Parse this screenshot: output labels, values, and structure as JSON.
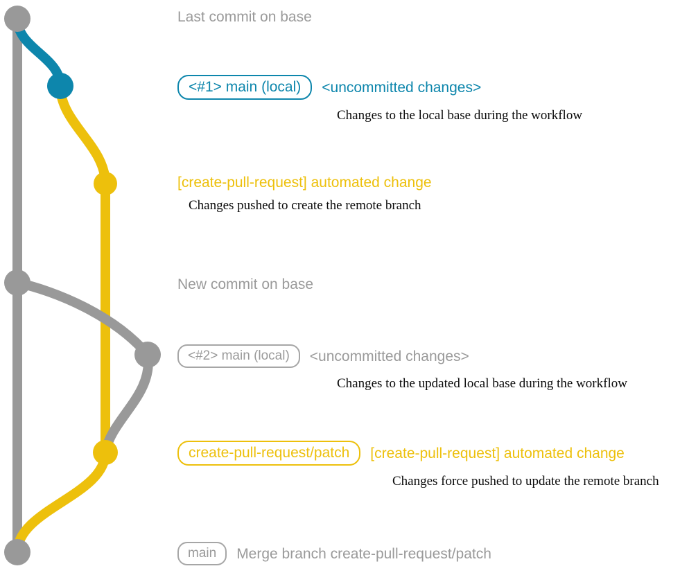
{
  "diagram": {
    "title": "git commit graph",
    "colors": {
      "base": "#999999",
      "local": "#0d86ac",
      "patch": "#edc00c",
      "background": "#ffffff",
      "note_text": "#0a0a0a"
    },
    "lane_labels": [
      "base",
      "local",
      "create-pull-request/patch"
    ]
  },
  "commits": [
    {
      "id": "last-commit-on-base",
      "pill": null,
      "subject": "Last commit on base",
      "subject_color": "gray",
      "note": null,
      "node_color": "#999999"
    },
    {
      "id": "local-1",
      "pill": "<#1> main (local)",
      "pill_color": "teal",
      "subject": "<uncommitted changes>",
      "subject_color": "teal",
      "note": "Changes to the local base during the workflow",
      "node_color": "#0d86ac"
    },
    {
      "id": "patch-created",
      "pill": null,
      "subject": "[create-pull-request] automated change",
      "subject_color": "yellow",
      "note": "Changes pushed to create the remote branch",
      "node_color": "#edc00c"
    },
    {
      "id": "new-commit-on-base",
      "pill": null,
      "subject": "New commit on base",
      "subject_color": "gray",
      "note": null,
      "node_color": "#999999"
    },
    {
      "id": "local-2",
      "pill": "<#2> main (local)",
      "pill_color": "gray",
      "subject": "<uncommitted changes>",
      "subject_color": "gray",
      "note": "Changes to the updated local base during the workflow",
      "node_color": "#999999"
    },
    {
      "id": "patch-updated",
      "pill": "create-pull-request/patch",
      "pill_color": "yellow",
      "subject": "[create-pull-request] automated change",
      "subject_color": "yellow",
      "note": "Changes force pushed to update the remote branch",
      "node_color": "#edc00c"
    },
    {
      "id": "merge",
      "pill": "main",
      "pill_color": "gray",
      "subject": "Merge branch create-pull-request/patch",
      "subject_color": "gray",
      "note": null,
      "node_color": "#999999"
    }
  ]
}
